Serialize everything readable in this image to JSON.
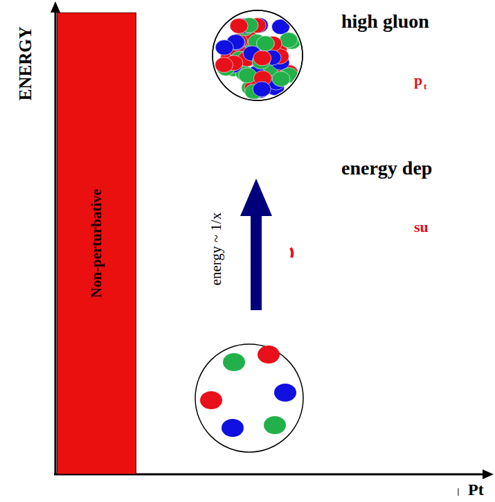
{
  "diagram": {
    "nodes": [
      {
        "text": [
          "Non-perturbative"
        ]
      }
    ],
    "labels": [
      "ENERGY",
      "energy ~ 1/x",
      "high gluon",
      "p",
      "t",
      "energy dep",
      "su",
      "Pt"
    ]
  }
}
